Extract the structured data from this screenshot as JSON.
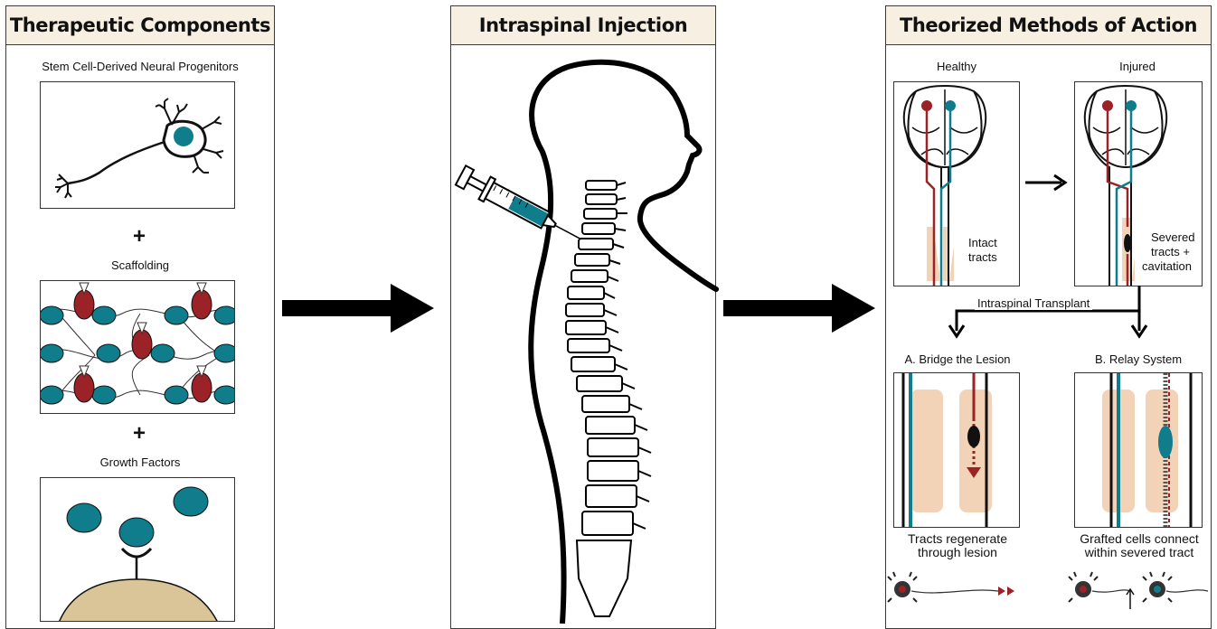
{
  "colors": {
    "teal": "#0f7d8c",
    "red": "#9b2226",
    "peach": "#f2d3b8",
    "sand": "#d9c597",
    "panel_bg": "#f7efe2"
  },
  "panel_left": {
    "title": "Therapeutic Components",
    "label_neural": "Stem Cell-Derived Neural Progenitors",
    "plus1": "+",
    "label_scaffold": "Scaffolding",
    "plus2": "+",
    "label_growth": "Growth Factors"
  },
  "panel_middle": {
    "title": "Intraspinal Injection"
  },
  "panel_right": {
    "title": "Theorized Methods of Action",
    "healthy": "Healthy",
    "injured": "Injured",
    "intact_line1": "Intact",
    "intact_line2": "tracts",
    "severed_line1": "Severed",
    "severed_line2": "tracts +",
    "severed_line3": "cavitation",
    "transplant": "Intraspinal Transplant",
    "a_title": "A. Bridge the Lesion",
    "b_title": "B. Relay System",
    "a_caption_line1": "Tracts regenerate",
    "a_caption_line2": "through lesion",
    "b_caption_line1": "Grafted cells connect",
    "b_caption_line2": "within severed tract"
  }
}
